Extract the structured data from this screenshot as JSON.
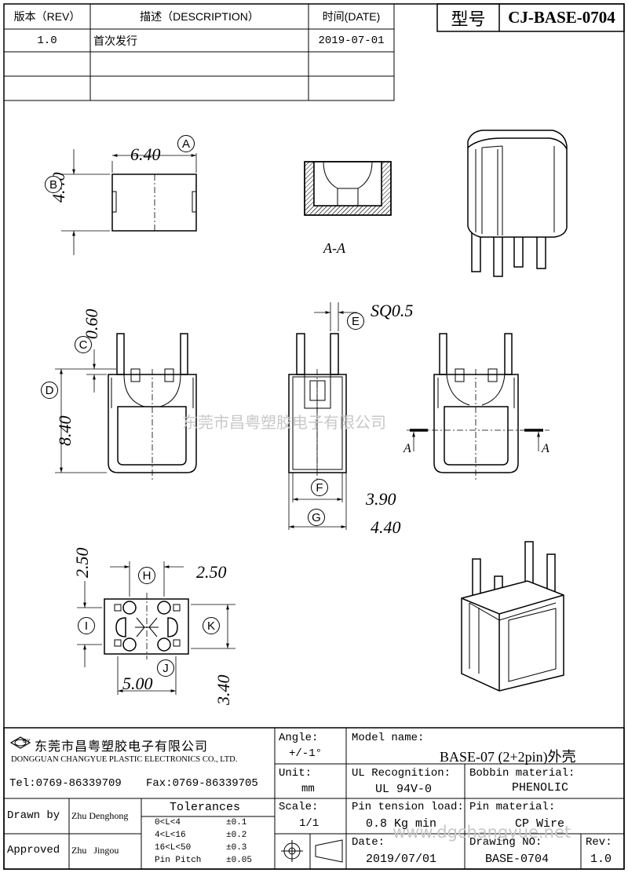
{
  "revision_table": {
    "headers": {
      "rev": "版本（REV）",
      "desc": "描述（DESCRIPTION）",
      "date": "时间(DATE)"
    },
    "rows": [
      {
        "rev": "1.0",
        "desc": "首次发行",
        "date": "2019-07-01"
      }
    ]
  },
  "model_box": {
    "label": "型号",
    "value": "CJ-BASE-0704"
  },
  "dimensions": {
    "A": "6.40",
    "B": "4.40",
    "C": "0.60",
    "D": "8.40",
    "E": "SQ0.5",
    "F": "3.90",
    "G": "4.40",
    "H": "2.50",
    "I": "2.50",
    "J": "5.00",
    "K": "3.40"
  },
  "callouts": [
    "A",
    "B",
    "C",
    "D",
    "E",
    "F",
    "G",
    "H",
    "I",
    "J",
    "K"
  ],
  "section_label": "A-A",
  "section_mark": "A",
  "watermark_center": "东莞市昌粤塑胶电子有限公司",
  "watermark_bottom": "www.dgchangyue.net",
  "title_block": {
    "company_cn": "东莞市昌粤塑胶电子有限公司",
    "company_en": "DONGGUAN CHANGYUE PLASTIC ELECTRONICS CO., LTD.",
    "logo_text": "CY",
    "tel": "Tel:0769-86339709",
    "fax": "Fax:0769-86339705",
    "angle_label": "Angle:",
    "angle_value": "+/-1°",
    "unit_label": "Unit:",
    "unit_value": "mm",
    "scale_label": "Scale:",
    "scale_value": "1/1",
    "model_name_label": "Model name:",
    "model_name_value": "BASE-07 (2+2pin)外壳",
    "ul_label": "UL Recognition:",
    "ul_value": "UL 94V-0",
    "bobbin_label": "Bobbin material:",
    "bobbin_value": "PHENOLIC",
    "pin_tension_label": "Pin tension load:",
    "pin_tension_value": "0.8 Kg min",
    "pin_material_label": "Pin material:",
    "pin_material_value": "CP Wire",
    "drawn_by_label": "Drawn by",
    "drawn_by_value": "Zhu Denghong",
    "approved_label": "Approved",
    "approved_value": "Zhu   Jingou",
    "tolerances_label": "Tolerances",
    "tolerances": [
      {
        "range": "0<L<4",
        "value": "±0.1"
      },
      {
        "range": "4<L<16",
        "value": "±0.2"
      },
      {
        "range": "16<L<50",
        "value": "±0.3"
      },
      {
        "range": "Pin Pitch",
        "value": "±0.05"
      }
    ],
    "date_label": "Date:",
    "date_value": "2019/07/01",
    "drawing_no_label": "Drawing NO:",
    "drawing_no_value": "BASE-0704",
    "rev_label": "Rev:",
    "rev_value": "1.0"
  }
}
